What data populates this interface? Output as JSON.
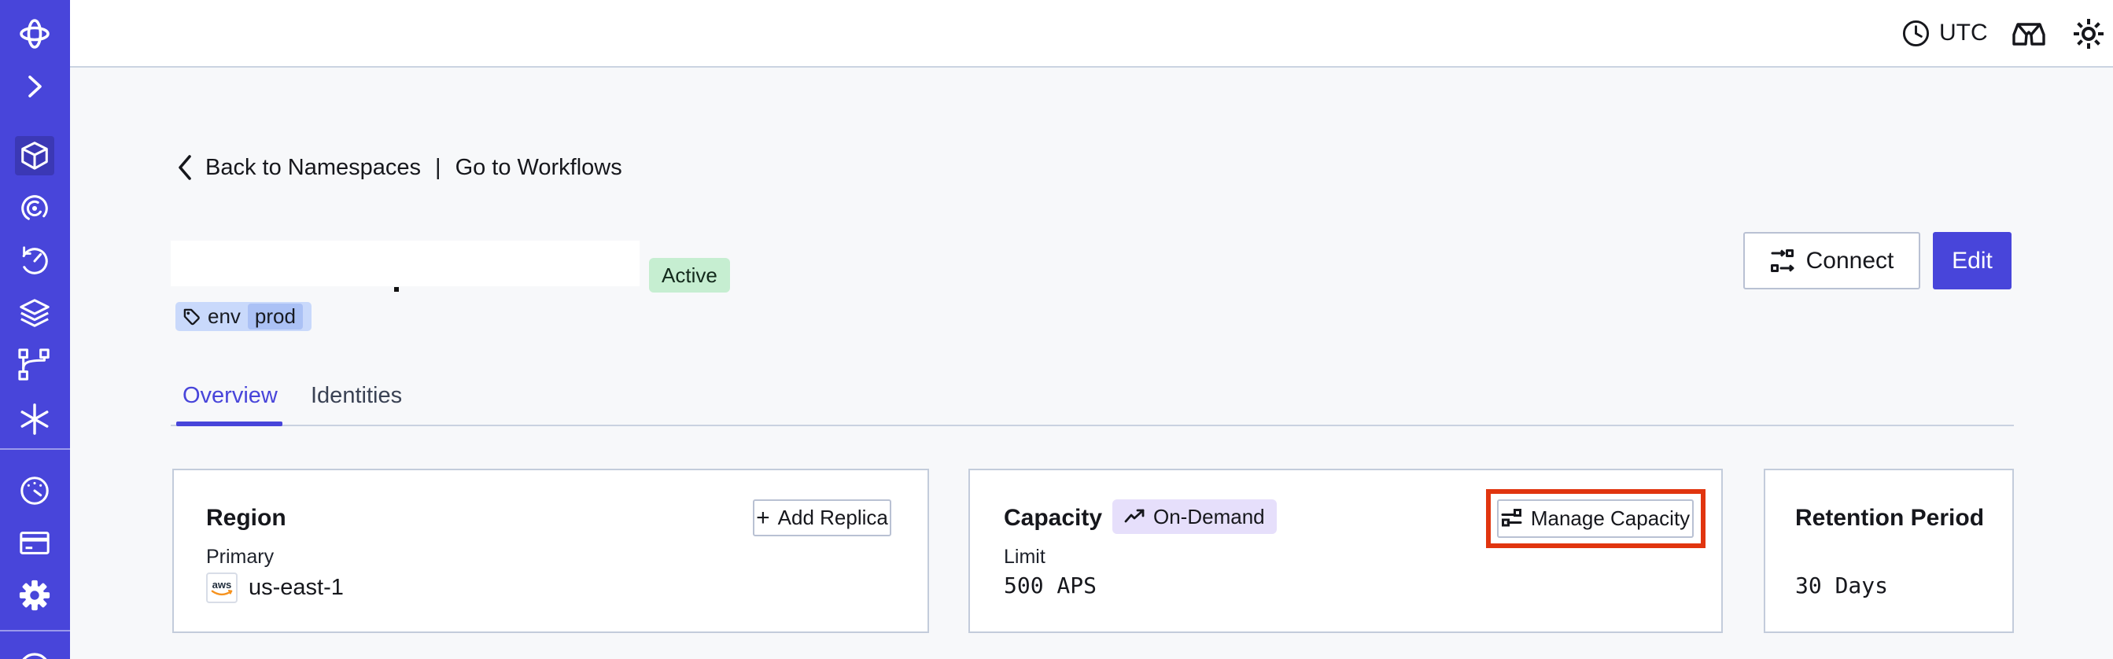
{
  "theme": {
    "accent_indigo": "#4845DA",
    "sidebar_active_tile": "#3B38B5",
    "content_bg": "#F7F8FA",
    "card_border": "#C3CCDB",
    "annotation_red": "#E1350F",
    "badge_active_bg": "#C6EED1",
    "tag_outer_bg": "#C9D9FB",
    "tag_inner_bg": "#ABC1F5",
    "badge_ondemand_bg": "#E6DFFB",
    "aws_orange": "#F6921E",
    "aws_navy": "#232F3E"
  },
  "sidebar": {
    "icons": [
      "temporal-logo",
      "expand-chevron",
      "namespaces-cube",
      "workflows-spiral",
      "schedules-clock",
      "deployments-layers",
      "nexus-branch",
      "batch-asterisk",
      "usage-gauge",
      "billing-card",
      "settings-gear",
      "support-circle"
    ],
    "active_item": "namespaces-cube"
  },
  "topbar": {
    "timezone": "UTC"
  },
  "breadcrumb": {
    "back": "Back to Namespaces",
    "separator": "|",
    "forward": "Go to Workflows"
  },
  "header": {
    "status_badge": "Active",
    "tag_key": "env",
    "tag_value": "prod",
    "connect_label": "Connect",
    "edit_label": "Edit"
  },
  "tabs": {
    "items": [
      {
        "label": "Overview",
        "active": true
      },
      {
        "label": "Identities",
        "active": false
      }
    ]
  },
  "cards": {
    "region": {
      "title": "Region",
      "action_icon": "+",
      "action_label": "Add Replica",
      "field_label": "Primary",
      "provider": "aws",
      "value": "us-east-1"
    },
    "capacity": {
      "title": "Capacity",
      "badge": "On-Demand",
      "action_label": "Manage Capacity",
      "field_label": "Limit",
      "value": "500 APS"
    },
    "retention": {
      "title": "Retention Period",
      "value": "30 Days"
    }
  }
}
